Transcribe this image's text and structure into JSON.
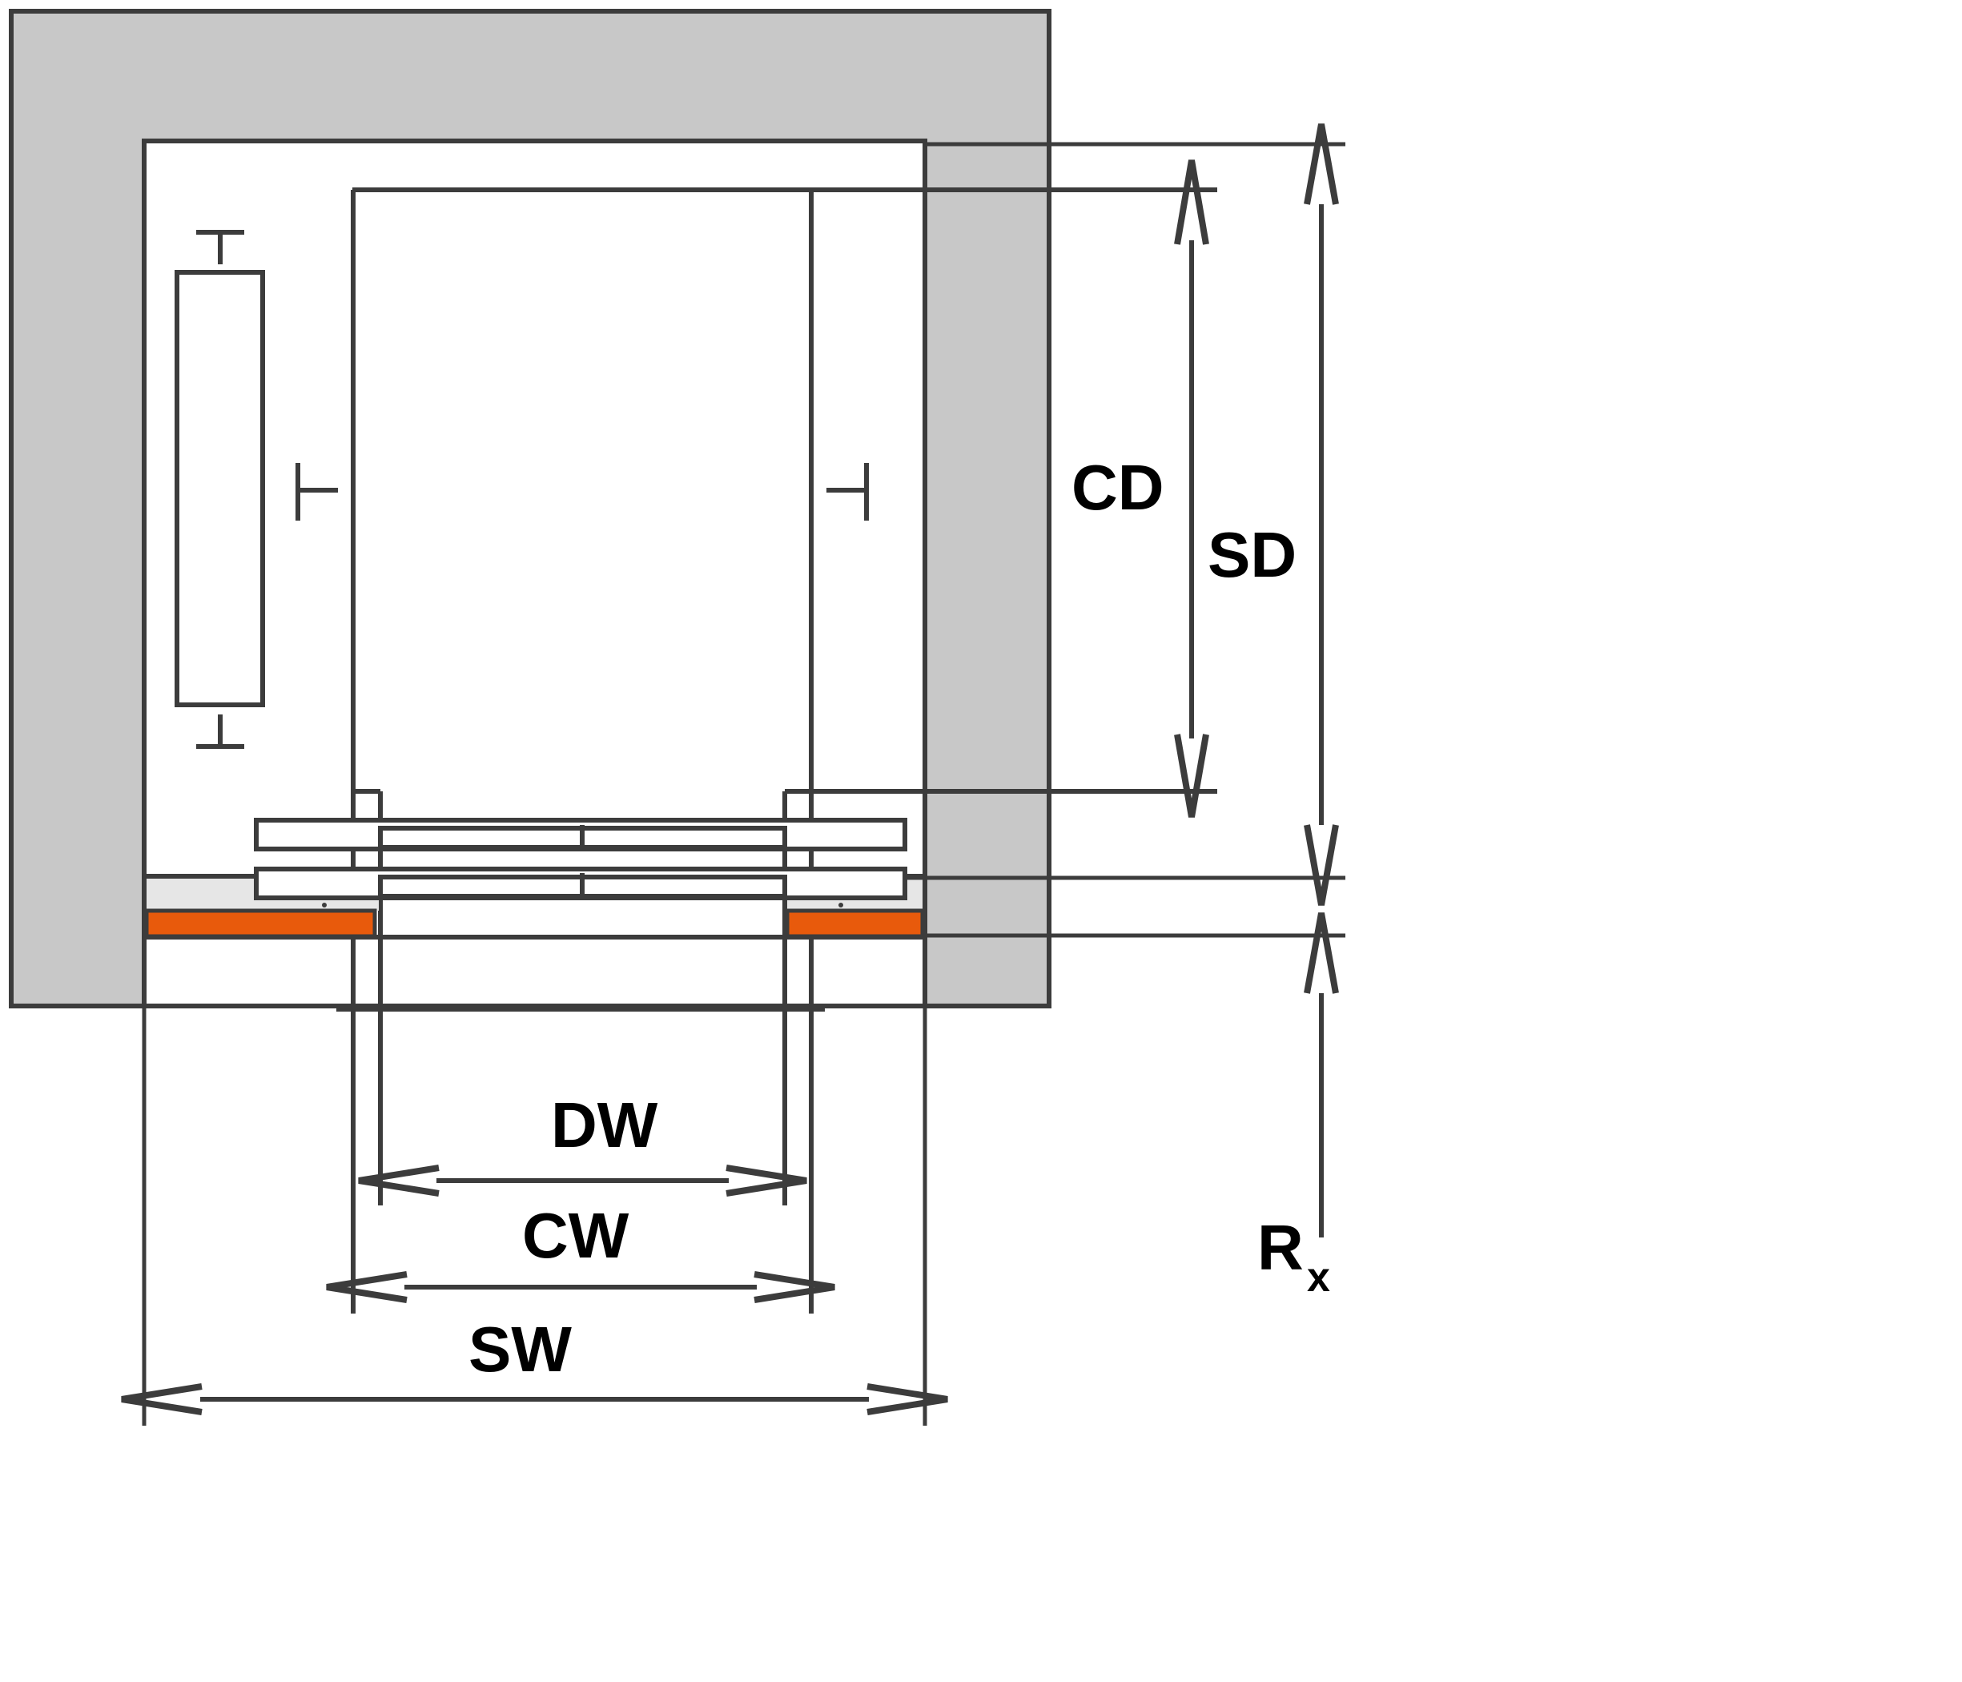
{
  "labels": {
    "cd": "CD",
    "sd": "SD",
    "dw": "DW",
    "cw": "CW",
    "sw": "SW",
    "rx_main": "R",
    "rx_sub": "x"
  },
  "colors": {
    "wall": "#c8c8c8",
    "line": "#3c3c3c",
    "sill": "#e85a0c",
    "light_fill": "#e6e6e6",
    "background": "#ffffff"
  }
}
